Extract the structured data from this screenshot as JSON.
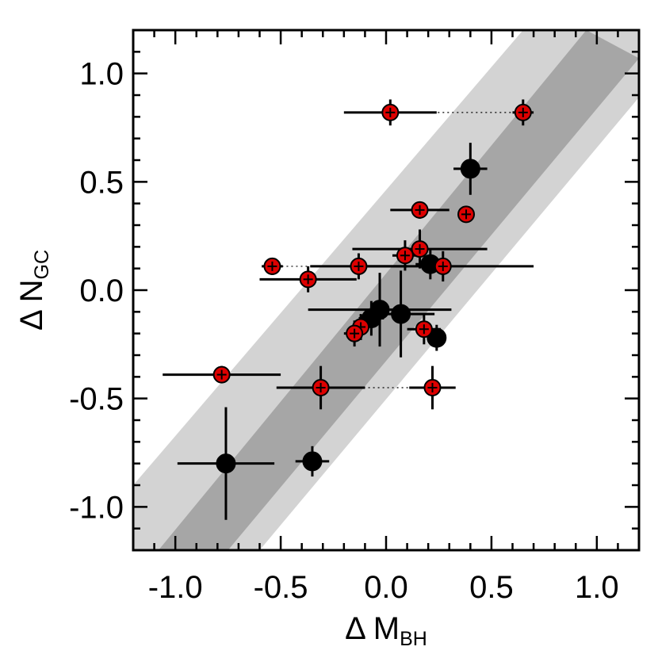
{
  "chart_data": {
    "type": "scatter",
    "xlabel": {
      "prefix": "Δ M",
      "sub": "BH"
    },
    "ylabel": {
      "prefix": "Δ N",
      "sub": "GC"
    },
    "xlim": [
      -1.2,
      1.2
    ],
    "ylim": [
      -1.2,
      1.2
    ],
    "x_ticks": [
      -1.0,
      -0.5,
      0.0,
      0.5,
      1.0
    ],
    "y_ticks": [
      -1.0,
      -0.5,
      0.0,
      0.5,
      1.0
    ],
    "x_tick_labels": [
      "-1.0",
      "-0.5",
      "0.0",
      "0.5",
      "1.0"
    ],
    "y_tick_labels": [
      "-1.0",
      "-0.5",
      "0.0",
      "0.5",
      "1.0"
    ],
    "grid": false,
    "bands": [
      {
        "name": "outer",
        "color": "#d3d3d3",
        "top": [
          [
            -1.2,
            -0.9
          ],
          [
            0.65,
            1.2
          ],
          [
            1.2,
            1.2
          ]
        ],
        "bottom": [
          [
            -1.2,
            -1.2
          ],
          [
            -0.6,
            -1.2
          ],
          [
            1.2,
            0.89
          ]
        ]
      },
      {
        "name": "inner",
        "color": "#a6a6a6",
        "top": [
          [
            -1.08,
            -1.2
          ],
          [
            0.95,
            1.2
          ]
        ],
        "bottom": [
          [
            -0.75,
            -1.2
          ],
          [
            1.2,
            1.07
          ]
        ]
      }
    ],
    "dotted_links": [
      {
        "x1": 0.02,
        "x2": 0.65,
        "y": 0.82
      },
      {
        "x1": -0.54,
        "x2": -0.13,
        "y": 0.11
      },
      {
        "x1": -0.31,
        "x2": 0.22,
        "y": -0.45
      }
    ],
    "series": [
      {
        "marker_color": "#000000",
        "points": [
          {
            "x": 0.4,
            "y": 0.56,
            "xerr": 0.08,
            "yerr": 0.12
          },
          {
            "x": 0.21,
            "y": 0.12,
            "xerr": 0.07,
            "yerr": 0.07
          },
          {
            "x": -0.03,
            "y": -0.09,
            "xerr": 0.34,
            "yerr": 0.17
          },
          {
            "x": -0.07,
            "y": -0.13,
            "xerr": 0.06,
            "yerr": 0.08
          },
          {
            "x": 0.07,
            "y": -0.11,
            "xerr": 0.16,
            "yerr": 0.2
          },
          {
            "x": 0.24,
            "y": -0.22,
            "xerr": 0.03,
            "yerr": 0.06
          },
          {
            "x": -0.76,
            "y": -0.8,
            "xerr": 0.23,
            "yerr": 0.26
          },
          {
            "x": -0.35,
            "y": -0.79,
            "xerr": 0.08,
            "yerr": 0.07
          }
        ]
      },
      {
        "marker_color": "#dd0000",
        "points": [
          {
            "x": 0.02,
            "y": 0.82,
            "xerr": 0.22,
            "yerr": 0.06
          },
          {
            "x": 0.65,
            "y": 0.82,
            "xerr": 0.05,
            "yerr": 0.06
          },
          {
            "x": 0.16,
            "y": 0.37,
            "xerr": 0.14,
            "yerr": 0.04
          },
          {
            "x": 0.38,
            "y": 0.35,
            "xerr": 0.03,
            "yerr": 0.03
          },
          {
            "x": 0.16,
            "y": 0.19,
            "xerr": 0.32,
            "yerr": 0.09
          },
          {
            "x": 0.09,
            "y": 0.16,
            "xerr": 0.06,
            "yerr": 0.07
          },
          {
            "x": 0.27,
            "y": 0.11,
            "xerr": 0.43,
            "yerr": 0.07
          },
          {
            "x": -0.54,
            "y": 0.11,
            "xerr": 0.05,
            "yerr": 0.04
          },
          {
            "x": -0.13,
            "y": 0.11,
            "xerr": 0.23,
            "yerr": 0.06
          },
          {
            "x": -0.37,
            "y": 0.05,
            "xerr": 0.23,
            "yerr": 0.06
          },
          {
            "x": -0.12,
            "y": -0.17,
            "xerr": 0.03,
            "yerr": 0.06
          },
          {
            "x": -0.15,
            "y": -0.2,
            "xerr": 0.05,
            "yerr": 0.06
          },
          {
            "x": 0.18,
            "y": -0.18,
            "xerr": 0.08,
            "yerr": 0.07
          },
          {
            "x": -0.78,
            "y": -0.39,
            "xerr": 0.28,
            "yerr": 0.04
          },
          {
            "x": -0.31,
            "y": -0.45,
            "xerr": 0.21,
            "yerr": 0.1
          },
          {
            "x": 0.22,
            "y": -0.45,
            "xerr": 0.11,
            "yerr": 0.1
          }
        ]
      }
    ]
  }
}
